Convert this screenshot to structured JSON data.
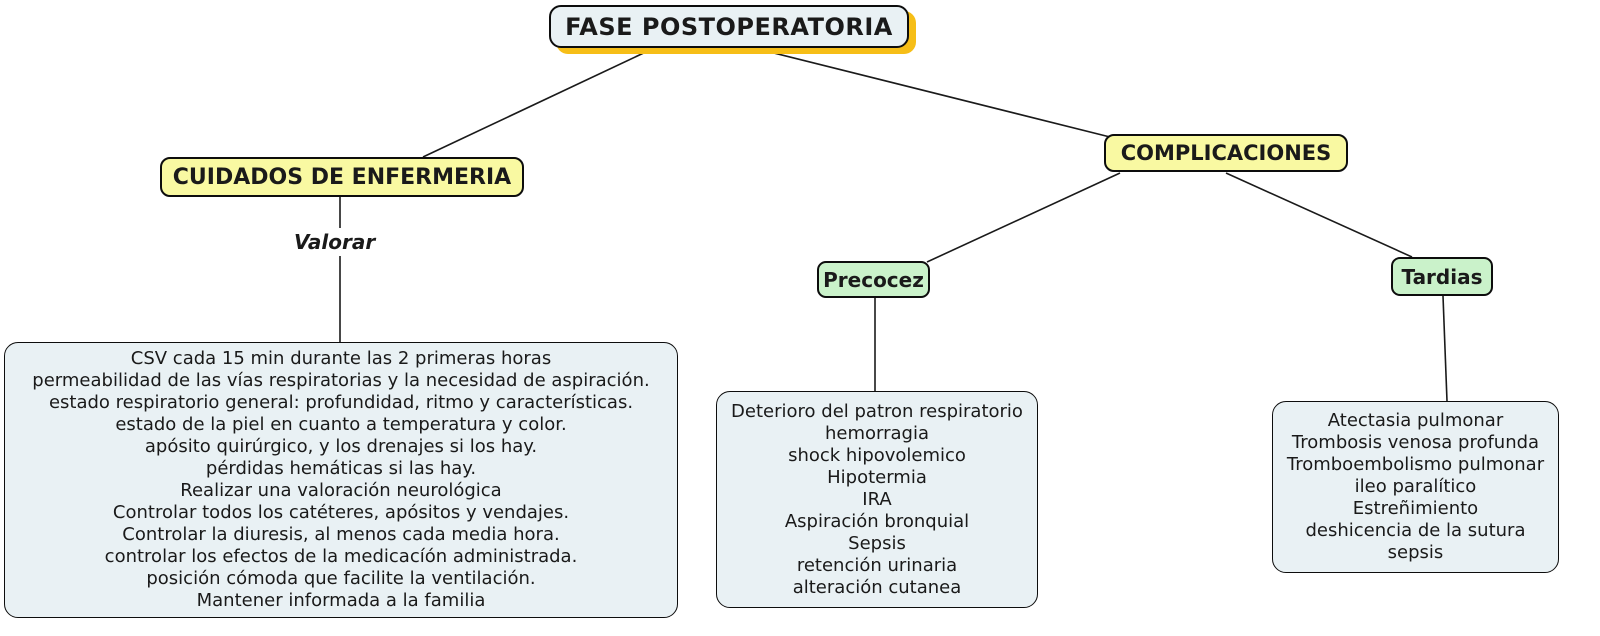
{
  "diagram": {
    "title": "FASE POSTOPERATORIA",
    "nodes": {
      "cuidados": {
        "label": "CUIDADOS DE ENFERMERIA"
      },
      "complicaciones": {
        "label": "COMPLICACIONES"
      },
      "precocez": {
        "label": "Precocez"
      },
      "tardias": {
        "label": "Tardias"
      }
    },
    "link_labels": {
      "valorar": "Valorar"
    },
    "valorar_box": {
      "lines": [
        "CSV cada 15 min durante las 2 primeras horas",
        "permeabilidad de las vías respiratorias y la necesidad de aspiración.",
        "estado respiratorio general: profundidad, ritmo y características.",
        "estado de la piel en cuanto a temperatura y color.",
        "apósito quirúrgico, y los drenajes si los hay.",
        "pérdidas hemáticas si las hay.",
        "Realizar una valoración neurológica",
        "Controlar todos los catéteres, apósitos y vendajes.",
        "Controlar la diuresis, al menos cada media hora.",
        "controlar los efectos de la medicacíón administrada.",
        "posición cómoda que facilite la ventilación.",
        "Mantener informada a la familia"
      ]
    },
    "precocez_box": {
      "lines": [
        "Deterioro del patron respiratorio",
        "hemorragia",
        "shock hipovolemico",
        "Hipotermia",
        "IRA",
        "Aspiración bronquial",
        "Sepsis",
        "retención urinaria",
        "alteración cutanea"
      ]
    },
    "tardias_box": {
      "lines": [
        "Atectasia pulmonar",
        "Trombosis venosa profunda",
        "Tromboembolismo pulmonar",
        "ileo paralítico",
        "Estreñimiento",
        "deshicencia de la sutura",
        "sepsis"
      ]
    }
  },
  "colors": {
    "node_fill_blue": "#e9f1f4",
    "node_fill_yellow": "#f9f9a2",
    "node_fill_green": "#caf2ca",
    "shadow_gold": "#f6be17",
    "border": "#0d0d0d",
    "line": "#1a1a1a",
    "text": "#1a1a1a"
  }
}
